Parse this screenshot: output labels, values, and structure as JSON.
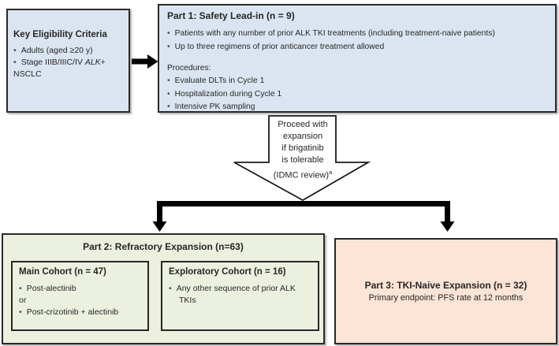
{
  "colors": {
    "lead_in_fill": "#dbe5f1",
    "refractory_fill": "#ecf1df",
    "tki_naive_fill": "#fce4d6",
    "box_border": "#2a2a2a",
    "arrow": "#000000"
  },
  "eligibility": {
    "title": "Key Eligibility Criteria",
    "bullet_adults": "Adults (aged ≥20 y)",
    "bullet_stage_pre": "Stage IIIB/IIIC/IV ",
    "bullet_stage_gene": "ALK",
    "bullet_stage_plus": "+",
    "bullet_stage_wrap": "NSCLC"
  },
  "part1": {
    "title": "Part 1: Safety Lead-in (n = 9)",
    "bullets": [
      "Patients with any number of prior ALK TKI treatments (including treatment-naive patients)",
      "Up to three regimens of prior anticancer treatment allowed"
    ],
    "procedures_label": "Procedures:",
    "procedures": [
      "Evaluate DLTs in Cycle 1",
      "Hospitalization during Cycle 1",
      "Intensive PK sampling"
    ]
  },
  "funnel": {
    "lines": [
      "Proceed with",
      "expansion",
      "if brigatinib",
      "is tolerable",
      "(IDMC review)"
    ],
    "footnote_marker": "a"
  },
  "part2": {
    "title": "Part 2: Refractory Expansion (n=63)",
    "main_cohort": {
      "title": "Main Cohort (n = 47)",
      "bullet_1": "Post-alectinib",
      "connector": "or",
      "bullet_2": "Post-crizotinib + alectinib"
    },
    "exploratory_cohort": {
      "title": "Exploratory Cohort (n = 16)",
      "bullet_1": "Any other sequence of prior ALK TKIs"
    }
  },
  "part3": {
    "title": "Part 3: TKI-Naive Expansion (n = 32)",
    "subtitle": "Primary endpoint: PFS rate at 12 months"
  }
}
